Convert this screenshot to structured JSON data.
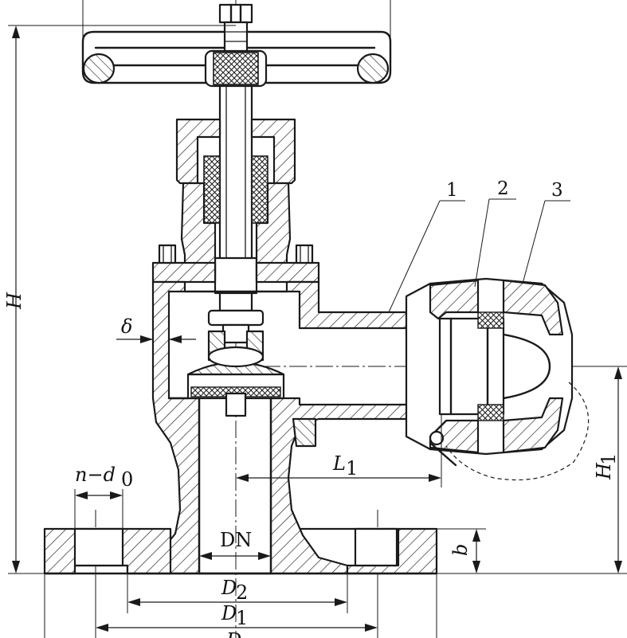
{
  "labels": {
    "height_total": "H",
    "height_outlet": "H",
    "height_outlet_sub": "1",
    "wall_thickness": "δ",
    "bolt_holes": "n−d",
    "bolt_holes_sub": "0",
    "nominal_diameter": "DN",
    "flange_thickness": "b",
    "bolt_circle": "D",
    "bolt_circle_sub": "2",
    "raised_face": "D",
    "raised_face_sub": "1",
    "outlet_length": "L",
    "outlet_length_sub": "1",
    "flange_outer": "D"
  },
  "callouts": {
    "part_1": "1",
    "part_2": "2",
    "part_3": "3"
  }
}
